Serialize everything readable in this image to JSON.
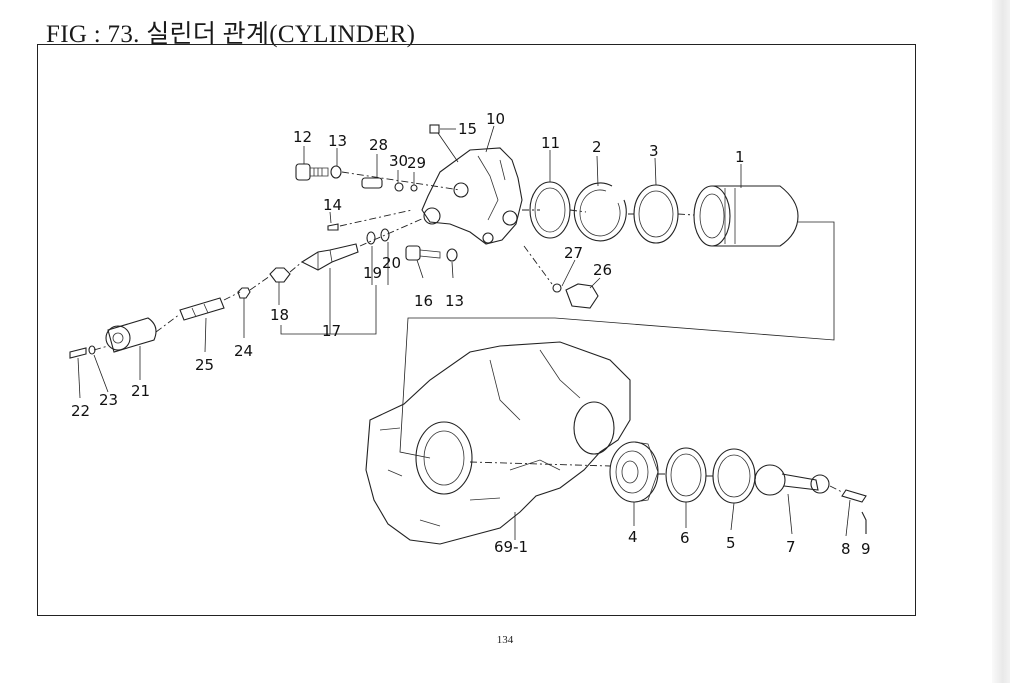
{
  "figure": {
    "title": "FIG : 73. 실린더 관계(CYLINDER)",
    "page_number": "134"
  },
  "callouts": {
    "p1": "1",
    "p2": "2",
    "p3": "3",
    "p4": "4",
    "p5": "5",
    "p6": "6",
    "p7": "7",
    "p8": "8",
    "p9": "9",
    "p10": "10",
    "p11": "11",
    "p12": "12",
    "p13a": "13",
    "p13b": "13",
    "p14": "14",
    "p15": "15",
    "p16": "16",
    "p17": "17",
    "p18": "18",
    "p19": "19",
    "p20": "20",
    "p21": "21",
    "p22": "22",
    "p23": "23",
    "p24": "24",
    "p25": "25",
    "p26": "26",
    "p27": "27",
    "p28": "28",
    "p29": "29",
    "p30": "30",
    "p69_1": "69-1"
  }
}
